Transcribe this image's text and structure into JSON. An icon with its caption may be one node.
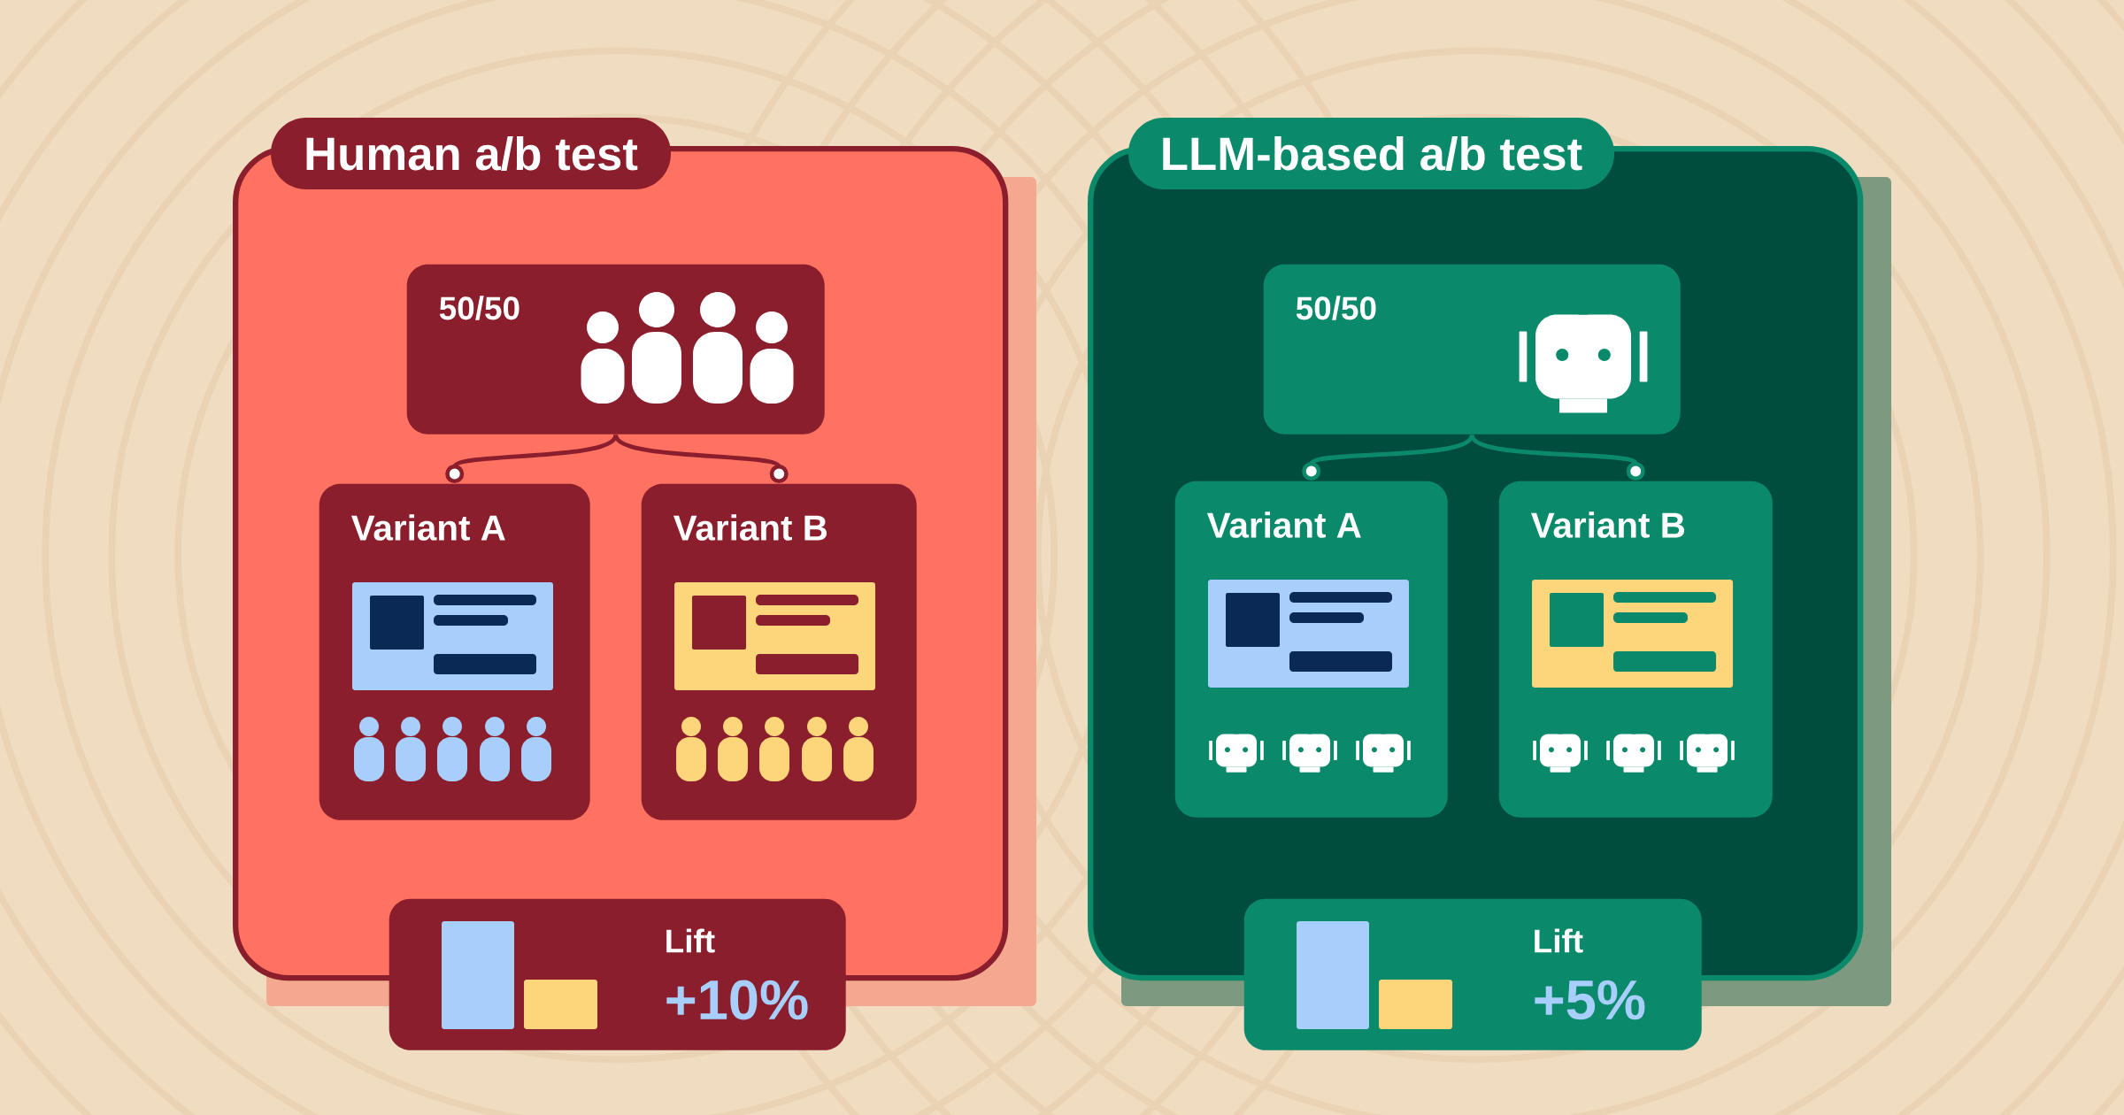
{
  "diagram": {
    "nodes": [
      {
        "text": [
          "Human a/b test"
        ]
      },
      {
        "text": [
          "50/50"
        ],
        "in": 0
      },
      {
        "text": [
          "Variant A"
        ],
        "in": 0
      },
      {
        "text": [
          "Variant B"
        ],
        "in": 0
      },
      {
        "text": [
          "Lift",
          "+10%"
        ]
      },
      {
        "text": [
          "LLM-based a/b test"
        ]
      },
      {
        "text": [
          "50/50"
        ],
        "in": 5
      },
      {
        "text": [
          "Variant A"
        ],
        "in": 5
      },
      {
        "text": [
          "Variant B"
        ],
        "in": 5
      },
      {
        "text": [
          "Lift",
          "+5%"
        ]
      }
    ],
    "edges": [
      {
        "from": 1,
        "to": 2,
        "arrow": "other",
        "color": "#8b1e2c"
      },
      {
        "from": 1,
        "to": 3,
        "arrow": "other",
        "color": "#8b1e2c"
      },
      {
        "from": 6,
        "to": 7,
        "arrow": "other",
        "color": "#0a8a6a"
      },
      {
        "from": 6,
        "to": 8,
        "arrow": "other",
        "color": "#0a8a6a"
      }
    ]
  }
}
